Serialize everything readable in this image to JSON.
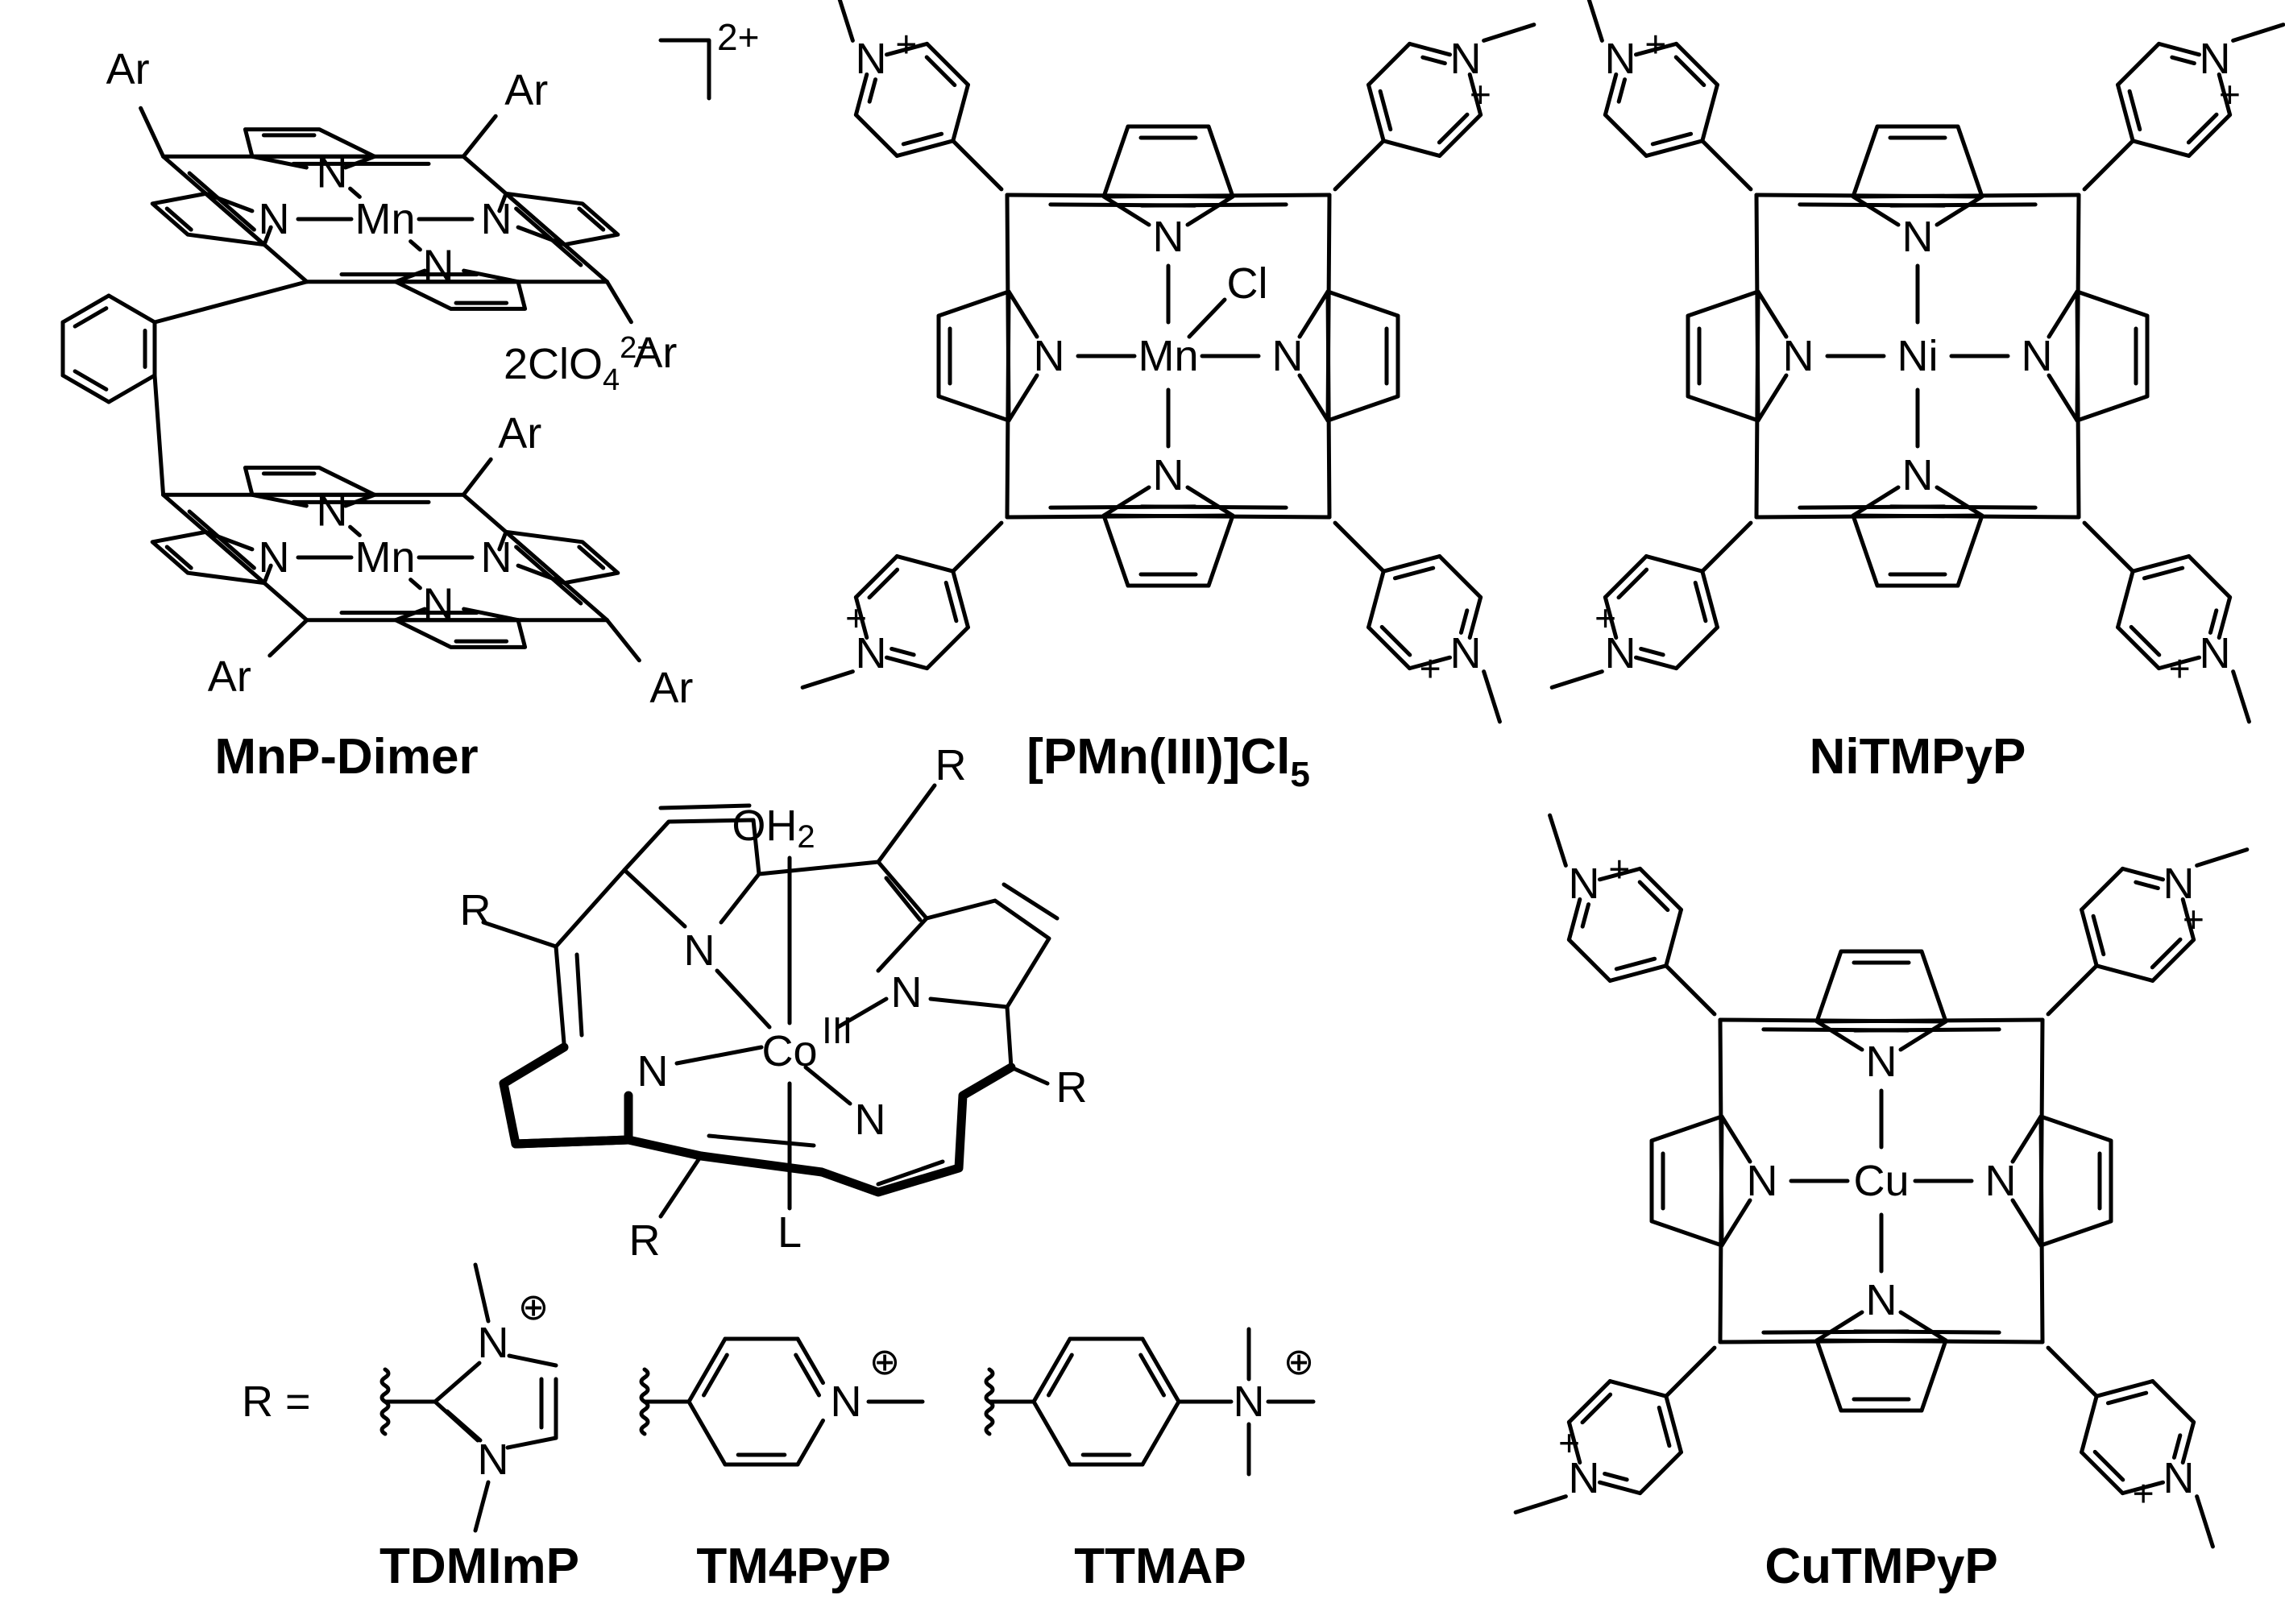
{
  "structures": {
    "mnp_dimer": {
      "name": "MnP-Dimer",
      "metal": "Mn",
      "aryl": "Ar",
      "charge": "2+",
      "counterion": "2ClO",
      "counterion_sub": "4",
      "counterion_sup": "2−"
    },
    "pmn": {
      "name_main": "[PMn(III)]Cl",
      "name_sub": "5",
      "metal": "Mn",
      "axial": "Cl"
    },
    "nitmpyp": {
      "name": "NiTMPyP",
      "metal": "Ni"
    },
    "cutmpyp": {
      "name": "CuTMPyP",
      "metal": "Cu"
    },
    "co_porphyrin": {
      "metal": "Co",
      "oxidation": "III",
      "axial_top": "OH",
      "axial_top_sub": "2",
      "axial_bottom": "L",
      "substituent": "R"
    }
  },
  "atoms": {
    "nitrogen": "N",
    "plus": "+",
    "circled_plus": "⊕"
  },
  "r_definition": {
    "label": "R =",
    "groups": [
      "TDMImP",
      "TM4PyP",
      "TTMAP"
    ]
  }
}
